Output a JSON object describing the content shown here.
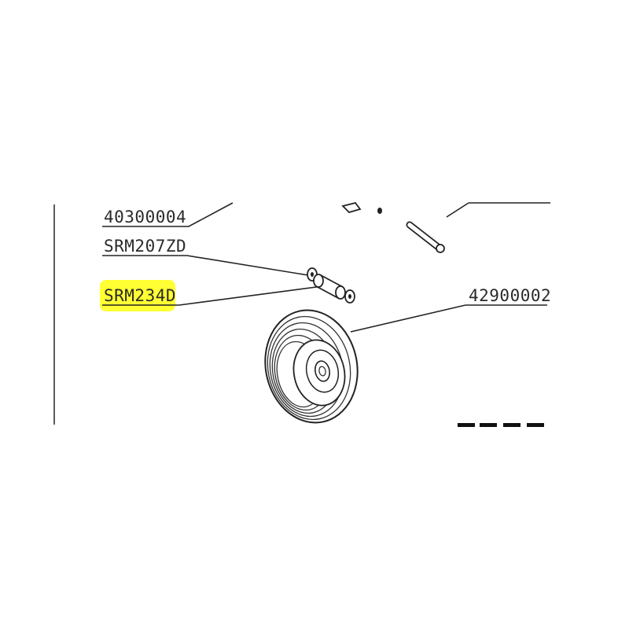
{
  "diagram": {
    "labels": [
      {
        "id": "part-40300004",
        "text": "40300004",
        "highlighted": false
      },
      {
        "id": "part-srm207zd",
        "text": "SRM207ZD",
        "highlighted": false
      },
      {
        "id": "part-srm234d",
        "text": "SRM234D",
        "highlighted": true
      },
      {
        "id": "part-42900002",
        "text": "42900002",
        "highlighted": false
      }
    ],
    "highlight_color": "#ffff33",
    "line_color": "#222222"
  }
}
